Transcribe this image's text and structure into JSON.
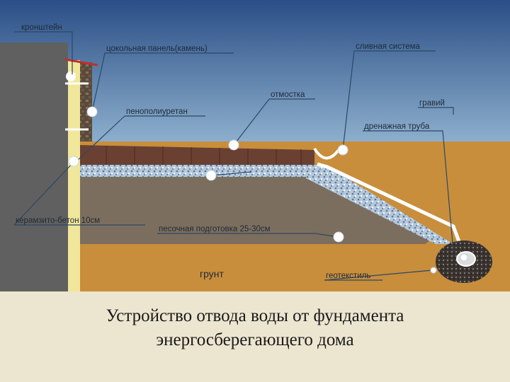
{
  "diagram": {
    "labels": {
      "bracket": "кронштейн",
      "plinth_panel": "цокольная панель(камень)",
      "drain_system": "сливная система",
      "blind_area": "отмостка",
      "gravel": "гравий",
      "polyurethane_foam": "пенополиуретан",
      "drain_pipe": "дренажная труба",
      "expanded_clay_concrete": "керамзито-бетон 10см",
      "sand_bedding": "песочная подготовка 25-30см",
      "ground": "грунт",
      "geotextile": "геотекстиль"
    },
    "colors": {
      "sky_top": "#2a4e86",
      "sky_bottom": "#94b6d2",
      "soil": "#c88e3c",
      "sand_layer": "#7c6e5e",
      "blind_area": "#6a4032",
      "gravel": "#b4c8dc",
      "wall": "#606060",
      "insulation": "#f1e79a",
      "leader": "#2c4864"
    }
  },
  "caption": {
    "line1": "Устройство отвода воды от фундамента",
    "line2": "энергосберегающего дома"
  }
}
